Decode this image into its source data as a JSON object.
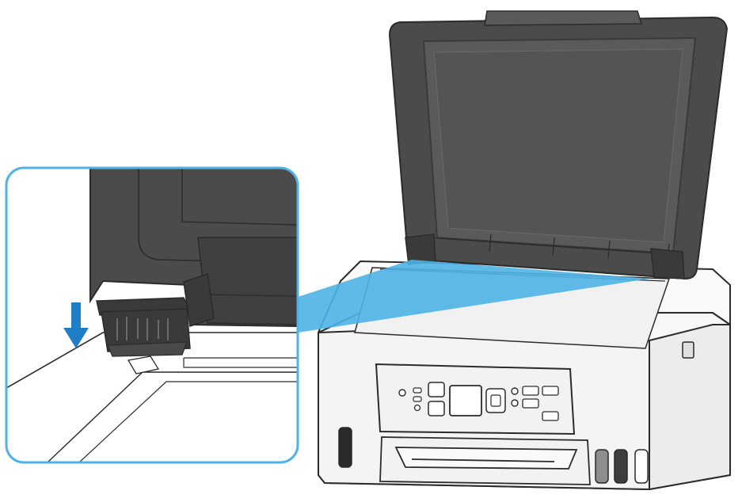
{
  "colors": {
    "background": "#ffffff",
    "lid_dark": "#4b4b4b",
    "lid_mid": "#606060",
    "lid_inner": "#555555",
    "body_light": "#f7f7f7",
    "outline": "#2b2b2b",
    "callout_blue": "#4fb3e6",
    "arrow_blue": "#1f7ec6",
    "tank_black": "#2a2a2a",
    "tank_gray": "#8d8d8d"
  },
  "icons": {
    "press_arrow": "arrow-down-icon"
  },
  "callout": {
    "shape": "rounded-rectangle",
    "subject": "scanner-lid-hinge",
    "highlight": "blue-light-beam"
  }
}
